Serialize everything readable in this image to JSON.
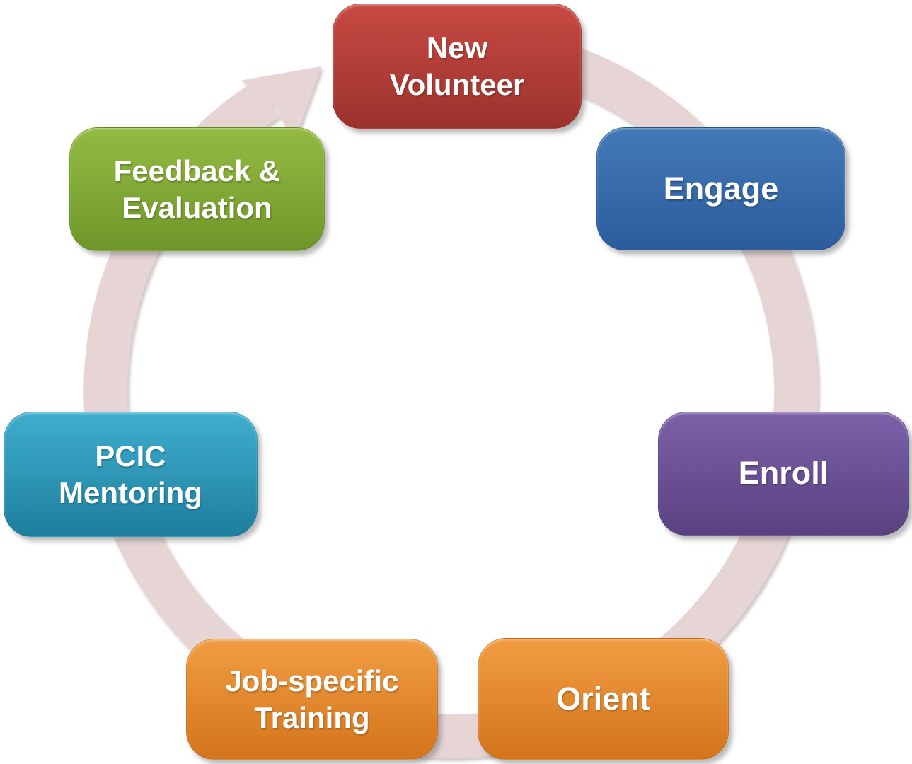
{
  "diagram": {
    "type": "cycle",
    "direction": "clockwise",
    "ring": {
      "color": "#E7D4D4",
      "arrowhead": "block-arrow pointing up-right toward New Volunteer"
    },
    "nodes": [
      {
        "id": "new-volunteer",
        "label": "New\nVolunteer",
        "color_top": "#C74A43",
        "color_bottom": "#9C322C"
      },
      {
        "id": "engage",
        "label": "Engage",
        "color_top": "#4379B7",
        "color_bottom": "#2C5C9C"
      },
      {
        "id": "enroll",
        "label": "Enroll",
        "color_top": "#7C61A9",
        "color_bottom": "#5A4180"
      },
      {
        "id": "orient",
        "label": "Orient",
        "color_top": "#F19C44",
        "color_bottom": "#D3751C"
      },
      {
        "id": "job-specific-training",
        "label": "Job-specific\nTraining",
        "color_top": "#F19C44",
        "color_bottom": "#D3751C"
      },
      {
        "id": "pcic-mentoring",
        "label": "PCIC\nMentoring",
        "color_top": "#3FAECE",
        "color_bottom": "#1E7E9E"
      },
      {
        "id": "feedback-evaluation",
        "label": "Feedback &\nEvaluation",
        "color_top": "#93BB42",
        "color_bottom": "#6F9629"
      }
    ]
  }
}
